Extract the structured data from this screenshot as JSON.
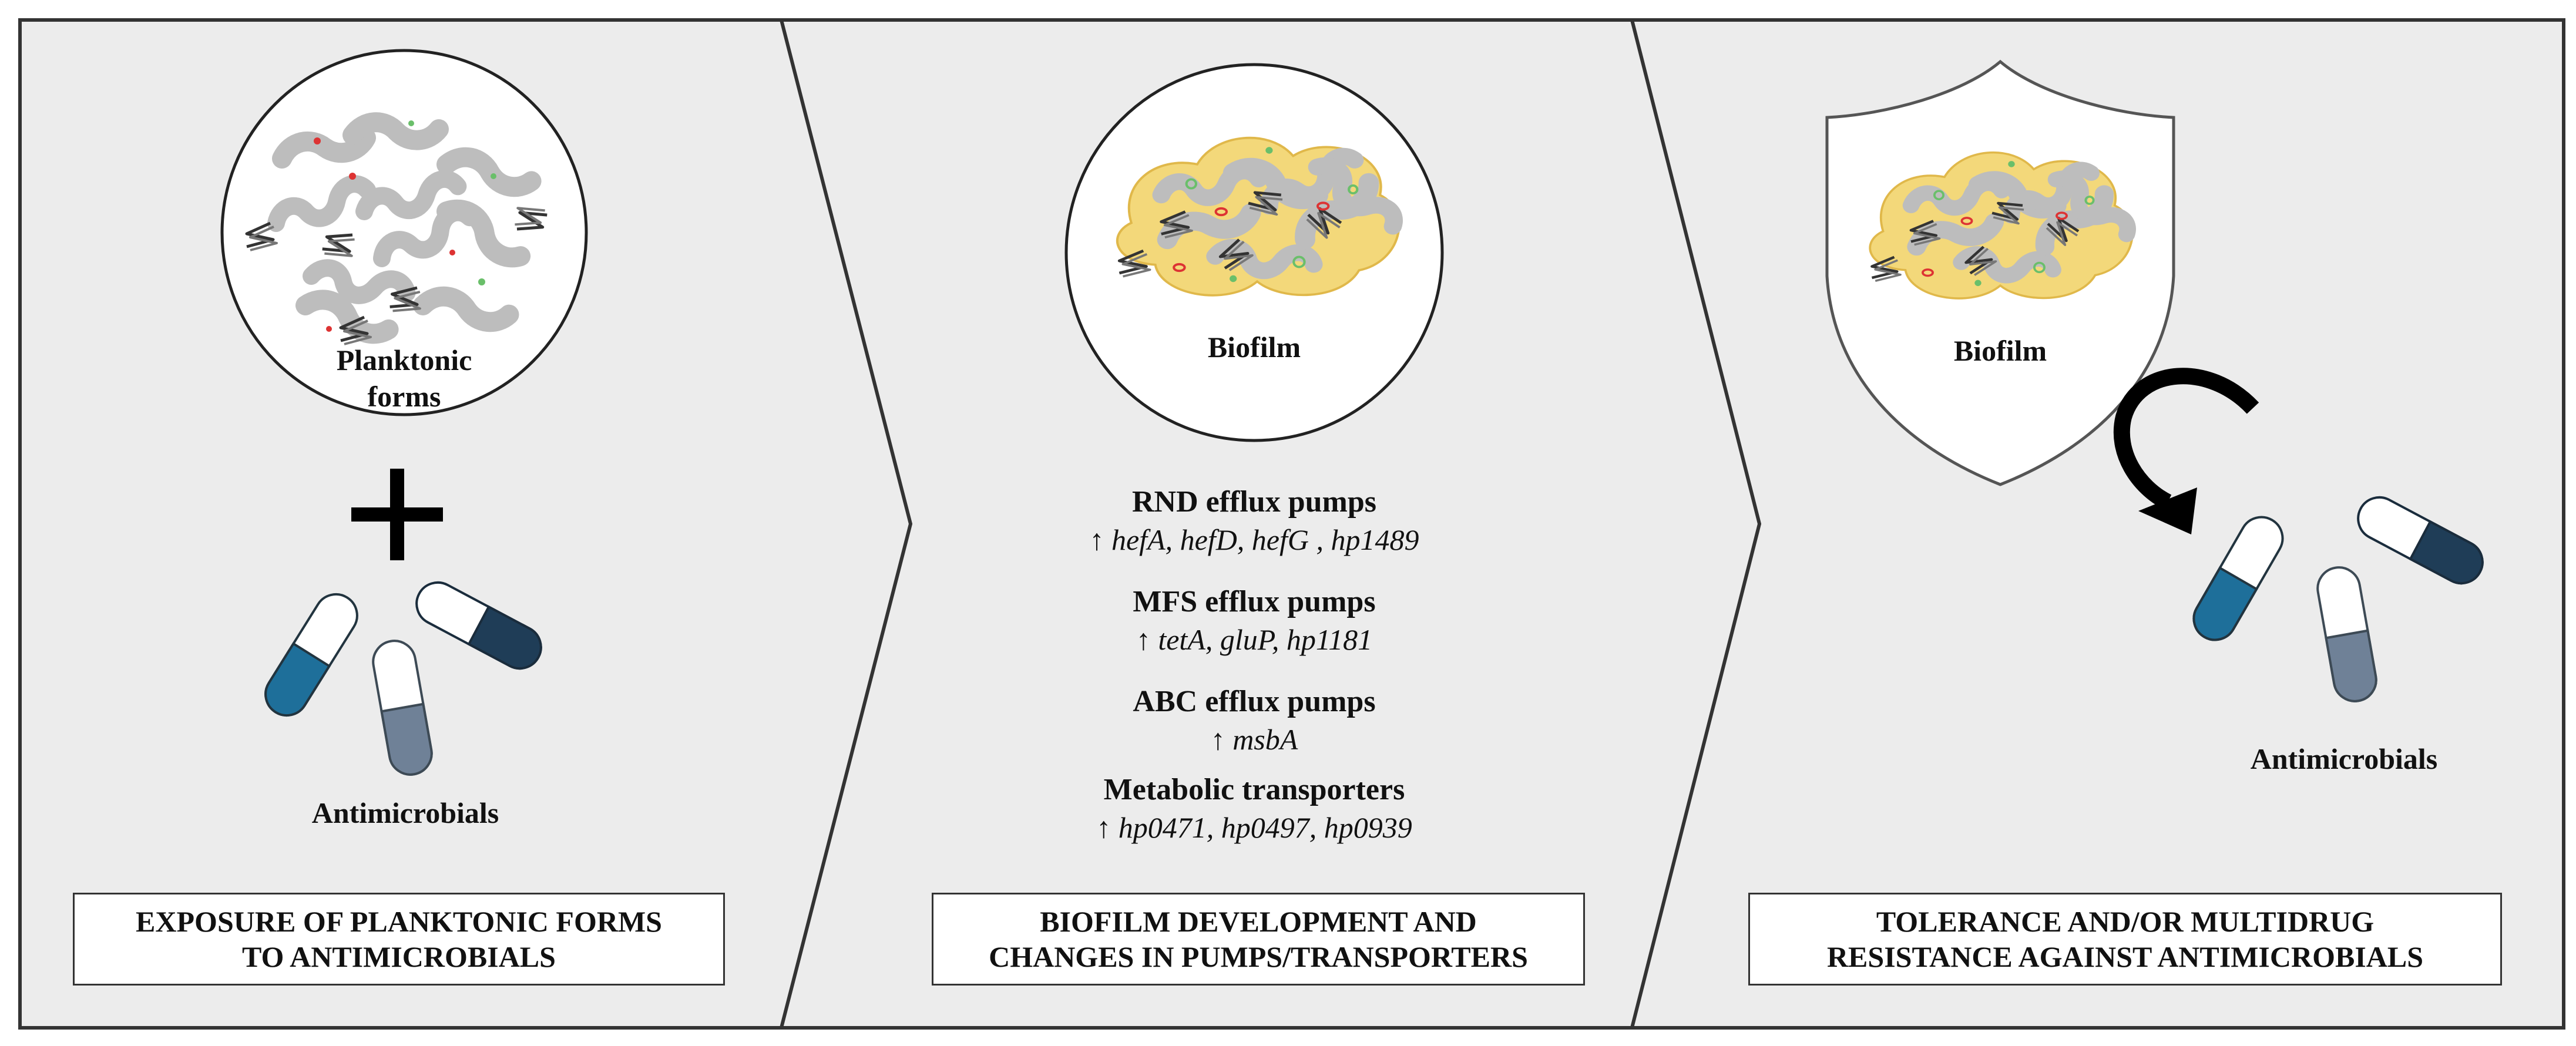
{
  "panel1": {
    "circle_label_line1": "Planktonic",
    "circle_label_line2": "forms",
    "plus_symbol": "+",
    "antimicrobials_label": "Antimicrobials",
    "box_line1": "EXPOSURE OF PLANKTONIC FORMS",
    "box_line2": "TO ANTIMICROBIALS"
  },
  "panel2": {
    "circle_label": "Biofilm",
    "groups": [
      {
        "title": "RND efflux pumps",
        "arrow": "↑",
        "genes": "hefA, hefD, hefG , hp1489"
      },
      {
        "title": "MFS efflux pumps",
        "arrow": "↑",
        "genes": "tetA, gluP, hp1181"
      },
      {
        "title": "ABC efflux pumps",
        "arrow": "↑",
        "genes": "msbA"
      },
      {
        "title": "Metabolic transporters",
        "arrow": "↑",
        "genes": "hp0471, hp0497, hp0939"
      }
    ],
    "box_line1": "BIOFILM DEVELOPMENT AND",
    "box_line2": "CHANGES IN PUMPS/TRANSPORTERS"
  },
  "panel3": {
    "shield_label": "Biofilm",
    "antimicrobials_label": "Antimicrobials",
    "box_line1": "TOLERANCE AND/OR MULTIDRUG",
    "box_line2": "RESISTANCE AGAINST ANTIMICROBIALS"
  },
  "colors": {
    "panel_bg": "#ececec",
    "border": "#333333",
    "biofilm_matrix": "#f3d87a",
    "bacteria": "#bdbdbd",
    "capsule_blue": "#1e6f9a",
    "capsule_gray": "#6f8197",
    "capsule_navy": "#1f3d57"
  }
}
